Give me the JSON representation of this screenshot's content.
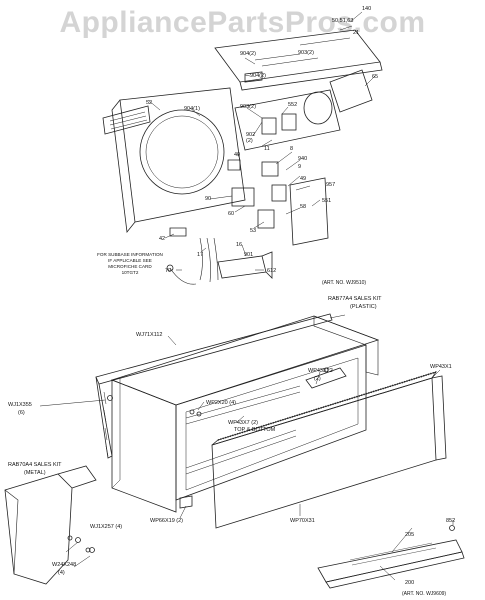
{
  "watermark": "AppliancePartsPros.com",
  "upper_labels": {
    "p140": "140",
    "p50_51_63": "50,51,63",
    "p21": "21",
    "p904_top": "904(2)",
    "p904_2": "904(2)",
    "p903_2": "903(2)",
    "p65": "65",
    "p52": "52",
    "p904_1": "904(1)",
    "p903_2b": "903(2)",
    "p552": "552",
    "p902_2": "902",
    "p902_2b": "(2)",
    "p11": "11",
    "p40": "40",
    "p8": "8",
    "p940": "940",
    "p9": "9",
    "p49": "49",
    "p957": "957",
    "p551": "551",
    "p90": "90",
    "p60": "60",
    "p58": "58",
    "p53": "53",
    "p42": "42",
    "p17": "17",
    "p16": "16",
    "p901": "901",
    "p612": "612",
    "p70": "70"
  },
  "subbase_note": [
    "FOR SUBBASE INFORMATION",
    "IF APPLICABLE SEE",
    "MICROFICHE CARD",
    "10TGT2"
  ],
  "art_no_upper": "(ART. NO. WJ9510)",
  "lower_labels": {
    "rab77a4": "RAB77A4 SALES KIT",
    "plastic": "(PLASTIC)",
    "wj71x112": "WJ71X112",
    "wp43x1": "WP43X1",
    "wp43x22": "WP43X22",
    "wp43x22_qty": "(2)",
    "wj1x355": "WJ1X355",
    "wj1x355_qty": "(6)",
    "wp2x20": "WP2X20 (4)",
    "wp43x7": "WP43X7 (2)",
    "top_bottom": "TOP & BOTTOM",
    "rab70a4": "RAB70A4 SALES KIT",
    "metal": "(METAL)",
    "wp66x19": "WP66X19 (2)",
    "wp70x31": "WP70X31",
    "wj1x257": "WJ1X257 (4)",
    "w24x248": "W24X248",
    "w24x248_qty": "(4)",
    "p205": "205",
    "p852": "852",
    "p200": "200"
  },
  "art_no_lower": "(ART. NO. WJ9609)"
}
